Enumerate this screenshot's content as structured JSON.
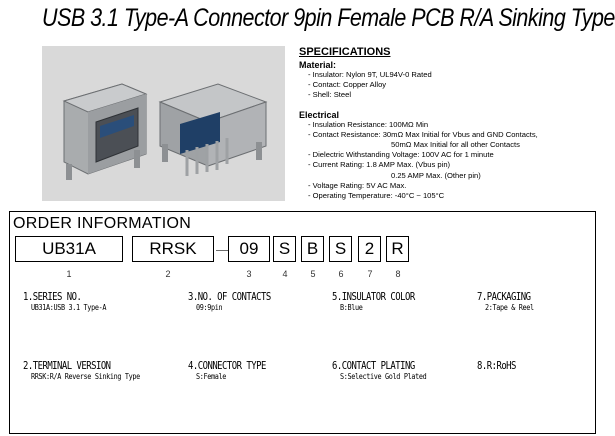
{
  "title": "USB 3.1 Type-A Connector 9pin Female PCB R/A Sinking Type",
  "specifications": {
    "heading": "SPECIFICATIONS",
    "material_heading": "Material:",
    "material": [
      "- Insulator: Nylon 9T, UL94V-0 Rated",
      "- Contact: Copper Alloy",
      "- Shell: Steel"
    ],
    "electrical_heading": "Electrical",
    "electrical": [
      "- Insulation Resistance: 100MΩ Min",
      "- Contact Resistance: 30mΩ Max Initial for Vbus and GND Contacts,",
      "50mΩ Max Initial for all other Contacts",
      "- Dielectric Withstanding Voltage: 100V AC for 1 minute",
      "- Current Rating: 1.8 AMP Max. (Vbus pin)",
      "0.25 AMP Max. (Other pin)",
      "- Voltage Rating: 5V AC Max.",
      "- Operating Temperature: -40°C ~ 105°C"
    ]
  },
  "order": {
    "heading": "ORDER INFORMATION",
    "codes": [
      "UB31A",
      "RRSK",
      "09",
      "S",
      "B",
      "S",
      "2",
      "R"
    ],
    "dash": "—",
    "numbers": [
      "1",
      "2",
      "3",
      "4",
      "5",
      "6",
      "7",
      "8"
    ],
    "legend": [
      {
        "title": "1.SERIES NO.",
        "desc": "UB31A:USB 3.1 Type-A"
      },
      {
        "title": "3.NO. OF CONTACTS",
        "desc": "09:9pin"
      },
      {
        "title": "5.INSULATOR COLOR",
        "desc": "B:Blue"
      },
      {
        "title": "7.PACKAGING",
        "desc": "2:Tape & Reel"
      },
      {
        "title": "2.TERMINAL VERSION",
        "desc": "RRSK:R/A Reverse Sinking Type"
      },
      {
        "title": "4.CONNECTOR TYPE",
        "desc": "S:Female"
      },
      {
        "title": "6.CONTACT PLATING",
        "desc": "S:Selective Gold Plated"
      },
      {
        "title": "8.R:RoHS",
        "desc": ""
      }
    ]
  }
}
